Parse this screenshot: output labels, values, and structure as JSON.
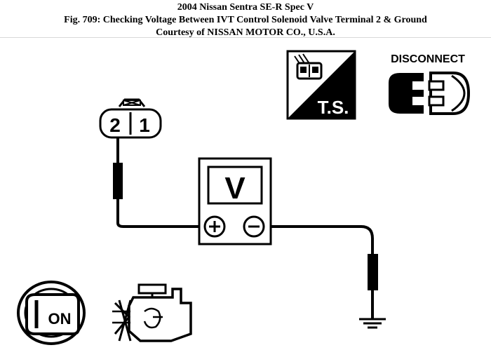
{
  "caption": {
    "line1": "2004 Nissan Sentra SE-R Spec V",
    "line2": "Fig. 709: Checking Voltage Between IVT Control Solenoid Valve Terminal 2 & Ground",
    "line3": "Courtesy of NISSAN MOTOR CO., U.S.A."
  },
  "diagram": {
    "connector": {
      "terminal_left": "2",
      "terminal_right": "1"
    },
    "meter": {
      "label": "V",
      "positive": "+",
      "negative": "−"
    },
    "icons": {
      "test_symbol": "T.S.",
      "disconnect": "DISCONNECT",
      "ignition": "ON"
    }
  }
}
